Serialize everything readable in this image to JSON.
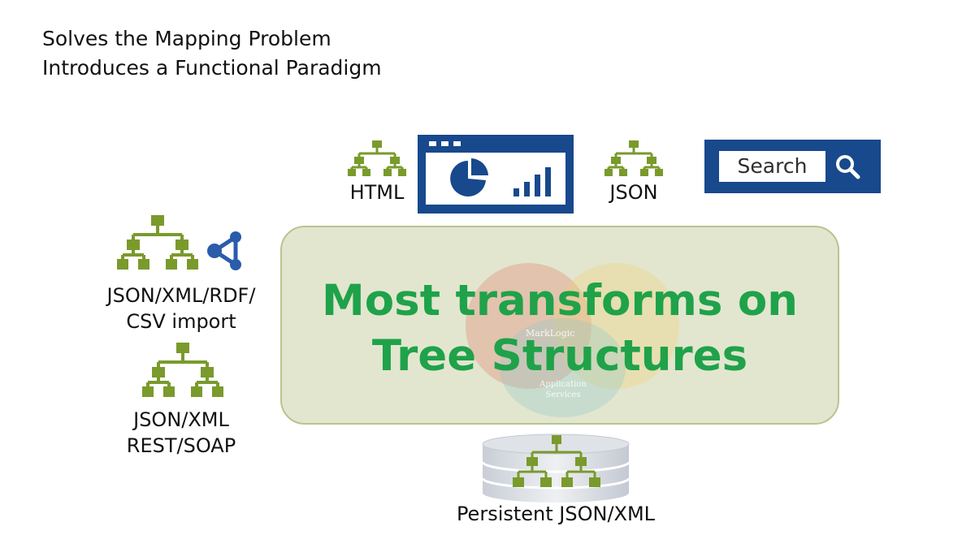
{
  "heading": {
    "line1": "Solves the Mapping Problem",
    "line2": "Introduces a Functional Paradigm"
  },
  "center": {
    "line1": "Most transforms on",
    "line2": "Tree Structures",
    "watermark_brand": "MarkLogic",
    "watermark_line1": "Application",
    "watermark_line2": "Services"
  },
  "labels": {
    "html": "HTML",
    "json": "JSON",
    "import_line1": "JSON/XML/RDF/",
    "import_line2": "CSV import",
    "rest_line1": "JSON/XML",
    "rest_line2": "REST/SOAP",
    "persistent": "Persistent JSON/XML"
  },
  "search": {
    "label": "Search"
  },
  "icons": {
    "tree": "tree-icon",
    "rdf": "graph-network-icon",
    "dashboard": "dashboard-chart-icon",
    "search": "magnifier-icon",
    "database": "database-icon"
  },
  "colors": {
    "tree_green": "#7a9a2c",
    "navy": "#17498c",
    "rdf_blue": "#2a5caa",
    "headline_green": "#1fa24a",
    "box_fill": "#e2e6cf"
  }
}
